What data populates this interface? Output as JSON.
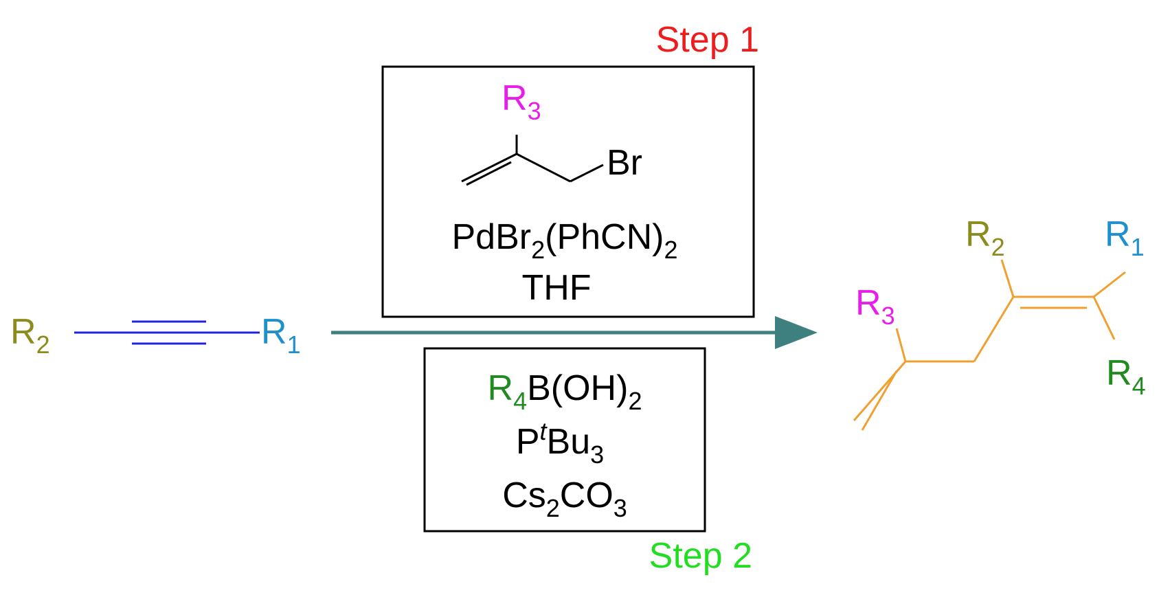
{
  "colors": {
    "text": "#000000",
    "step1": "#ee1c1c",
    "step2": "#22dd22",
    "r1": "#1f8fce",
    "r2": "#8c8c1e",
    "r3": "#e81ee8",
    "r4": "#218a21",
    "alkyne": "#2222dd",
    "product": "#f0a030",
    "arrow": "#3e7f7f"
  },
  "step1": {
    "label": "Step 1",
    "reagent_r": "R",
    "reagent_r_sub": "3",
    "bromide": "Br",
    "cat_main": "PdBr",
    "cat_sub": "2",
    "cat_rest": "(PhCN)",
    "cat_sub2": "2",
    "solvent": "THF"
  },
  "step2": {
    "label": "Step 2",
    "boronic_r": "R",
    "boronic_r_sub": "4",
    "boronic_rest": "B(OH)",
    "boronic_sub": "2",
    "ligand_p": "P",
    "ligand_sup": "t",
    "ligand_rest": "Bu",
    "ligand_sub": "3",
    "base_a": "Cs",
    "base_sub1": "2",
    "base_b": "CO",
    "base_sub2": "3"
  },
  "reactant": {
    "left_r": "R",
    "left_sub": "2",
    "right_r": "R",
    "right_sub": "1"
  },
  "product": {
    "r3": "R",
    "r3_sub": "3",
    "r2": "R",
    "r2_sub": "2",
    "r1": "R",
    "r1_sub": "1",
    "r4": "R",
    "r4_sub": "4"
  }
}
